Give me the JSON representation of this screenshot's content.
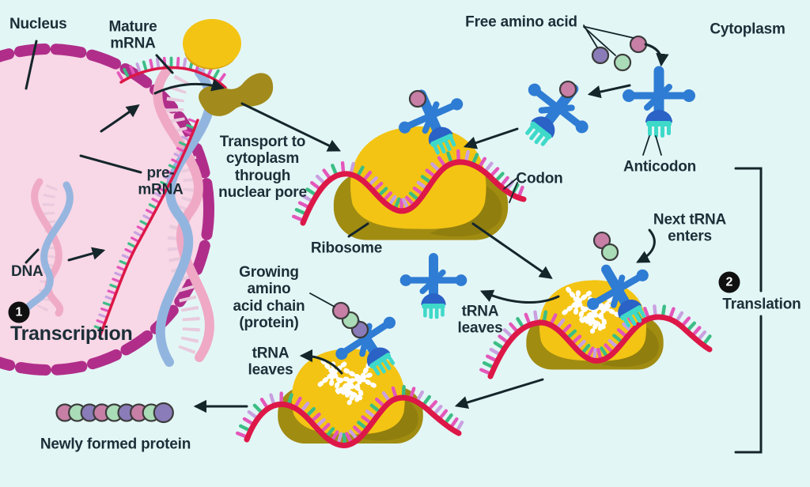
{
  "palette": {
    "background": "#e3f6f6",
    "text": "#1c2f38",
    "nucleus_fill": "#f8d7e6",
    "envelope": "#b02e8a",
    "dna_pink": "#efa9c5",
    "dna_blue": "#92b5df",
    "rung": "#e9cadd",
    "mrna_red": "#dd1747",
    "teeth": [
      "#e357ba",
      "#3cbd85",
      "#e357ba",
      "#c9a0e0",
      "#3cbd85",
      "#e357ba",
      "#c9a0e0"
    ],
    "ribosome_yellow": "#f3c414",
    "ribosome_olive": "#a18c12",
    "ribosome_olive_dark": "#7c6c0c",
    "pore_olive": "#a28b1c",
    "trna_blue": "#2e7cd3",
    "trna_foot": "#2a62c6",
    "anticodon_teal": "#3ed9c9",
    "ghost": "#ffffff",
    "amino_pink": "#c77fa6",
    "amino_green": "#abdcb8",
    "amino_purple": "#8a7cb8",
    "amino_outline": "#3c3c3c",
    "badge_bg": "#101010",
    "badge_text": "#ffffff",
    "arrow": "#15262b"
  },
  "labels": {
    "nucleus": "Nucleus",
    "mature_mrna": "Mature\nmRNA",
    "pre_mrna": "pre-\nmRNA",
    "dna": "DNA",
    "transcription": "Transcription",
    "transport": "Transport to\ncytoplasm\nthrough\nnuclear pore",
    "ribosome": "Ribosome",
    "codon": "Codon",
    "free_amino_acid": "Free amino acid",
    "cytoplasm": "Cytoplasm",
    "anticodon": "Anticodon",
    "next_trna": "Next tRNA\nenters",
    "trna_leaves_mid": "tRNA\nleaves",
    "trna_leaves_bottom": "tRNA\nleaves",
    "translation": "Translation",
    "growing_chain": "Growing\namino\nacid chain\n(protein)",
    "newly_formed_protein": "Newly formed protein"
  },
  "badges": {
    "transcription": "1",
    "translation": "2"
  },
  "protein_chain": {
    "colors": [
      "pink",
      "green",
      "purple",
      "pink",
      "green",
      "purple",
      "pink",
      "green",
      "purple"
    ]
  }
}
